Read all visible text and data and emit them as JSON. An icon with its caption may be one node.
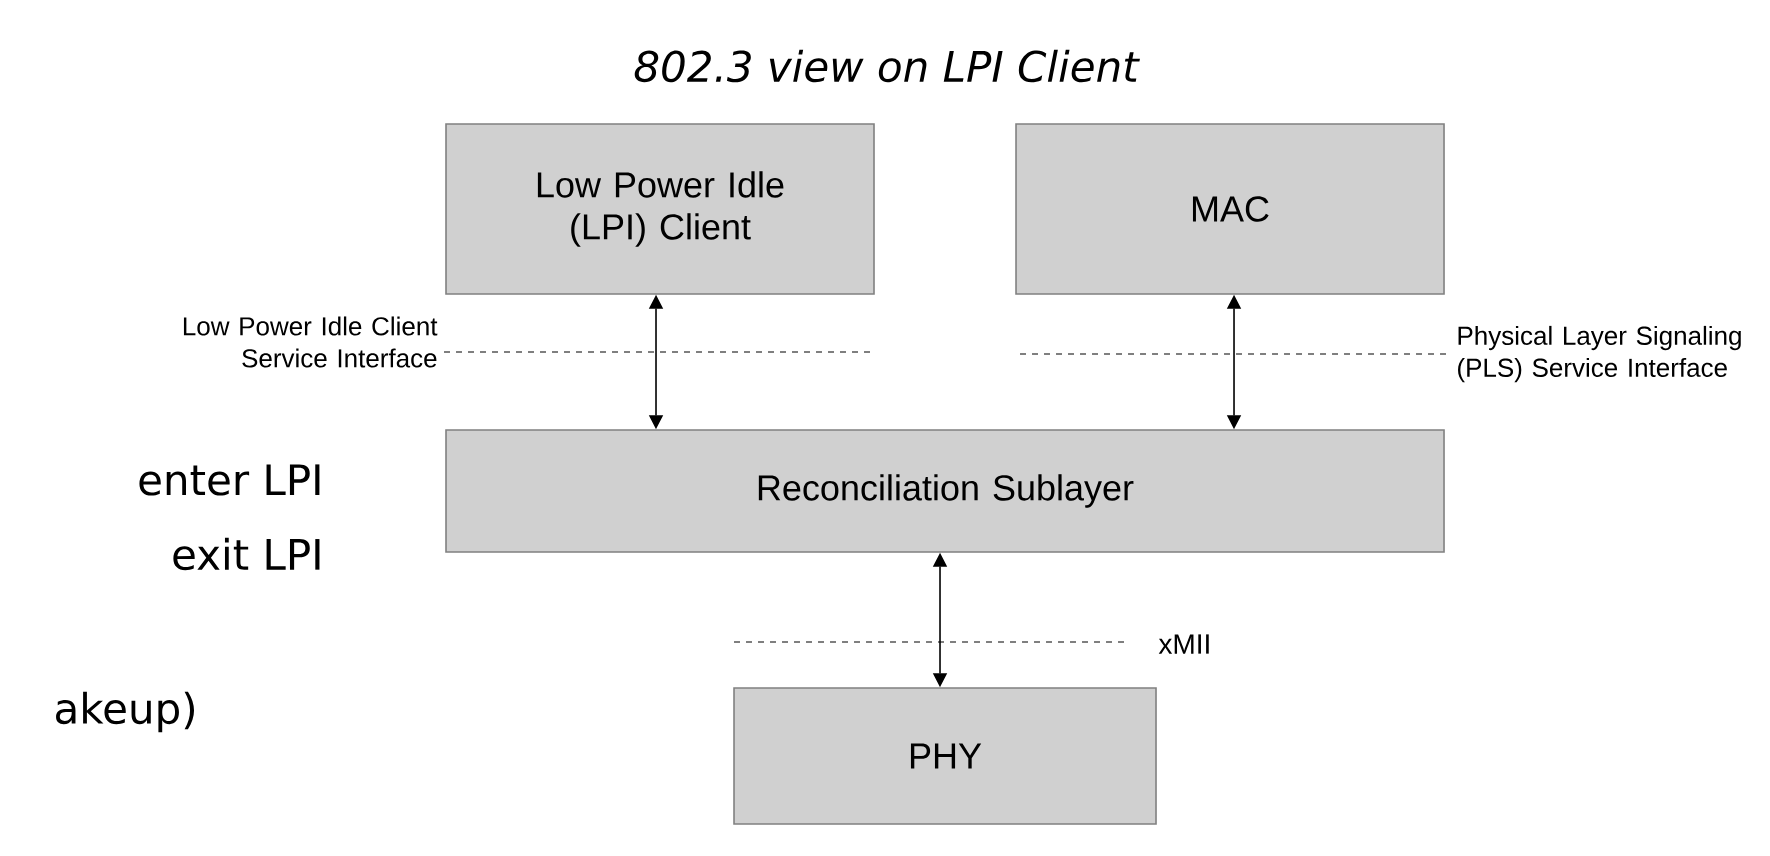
{
  "diagram": {
    "title": "802.3 view on LPI Client",
    "nodes": [
      {
        "text": [
          "Low Power Idle (LPI) Client"
        ]
      },
      {
        "text": [
          "MAC"
        ]
      },
      {
        "text": [
          "Reconciliation Sublayer"
        ]
      },
      {
        "text": [
          "PHY"
        ]
      }
    ],
    "edges": [
      {
        "from": 0,
        "to": 2,
        "arrow": "both"
      },
      {
        "from": 1,
        "to": 2,
        "arrow": "both"
      },
      {
        "from": 2,
        "to": 3,
        "arrow": "both"
      }
    ],
    "labels": [
      "Low Power Idle Client Service Interface",
      "Physical Layer Signaling (PLS) Service Interface",
      "xMII",
      "enter LPI",
      "exit LPI",
      "akeup)"
    ]
  }
}
